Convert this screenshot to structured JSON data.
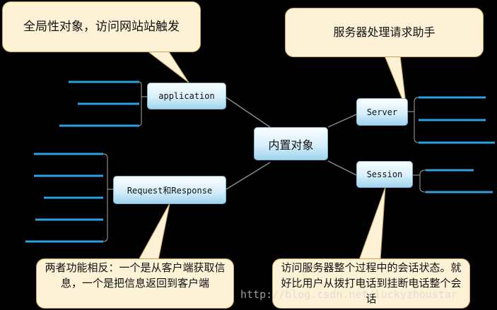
{
  "nodes": {
    "center": "内置对象",
    "application": "application",
    "request_response": "Request和Response",
    "server": "Server",
    "session": "Session"
  },
  "callouts": {
    "application": "全局性对象，访问网站站触发",
    "server": "服务器处理请求助手",
    "request_response": "两者功能相反：一个是从客户端获取信息，一个是把信息返回到客户端",
    "session": "访问服务器整个过程中的会话状态。就好比用户从拨打电话到挂断电话整个会话"
  },
  "watermark": "http://blog.csdn.net/luckyzhoustar",
  "colors": {
    "background": "#000000",
    "connector": "#8a8a8a",
    "leaf_line": "#2f9fe0",
    "callout_fill": "#fdf1d6",
    "callout_border": "#c9a55c"
  }
}
